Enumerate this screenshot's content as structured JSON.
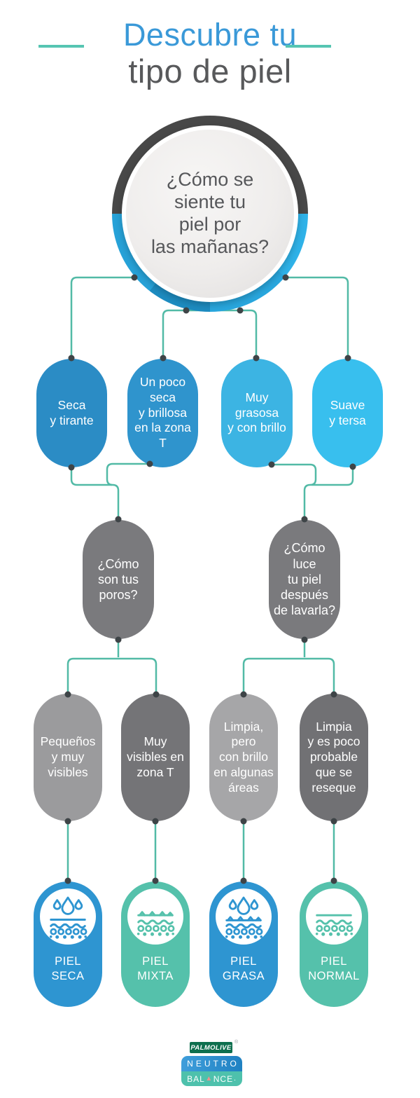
{
  "title": {
    "line1": "Descubre tu",
    "line2": "tipo de piel"
  },
  "root_question": "¿Cómo se\nsiente tu\npiel por\nlas mañanas?",
  "level1": [
    {
      "label": "Seca\ny tirante"
    },
    {
      "label": "Un poco\nseca\ny brillosa\nen la zona T"
    },
    {
      "label": "Muy\ngrasosa\ny con brillo"
    },
    {
      "label": "Suave\ny tersa"
    }
  ],
  "level2": [
    {
      "label": "¿Cómo\nson tus\nporos?"
    },
    {
      "label": "¿Cómo luce\ntu piel\ndespués\nde lavarla?"
    }
  ],
  "level3": [
    {
      "label": "Pequeños\ny muy\nvisibles"
    },
    {
      "label": "Muy\nvisibles en\nzona T"
    },
    {
      "label": "Limpia, pero\ncon brillo\nen algunas\náreas"
    },
    {
      "label": "Limpia\ny es poco\nprobable\nque se\nreseque"
    }
  ],
  "results": [
    {
      "label": "PIEL\nSECA",
      "icon": "dry-skin-droplets"
    },
    {
      "label": "PIEL\nMIXTA",
      "icon": "combination-skin"
    },
    {
      "label": "PIEL\nGRASA",
      "icon": "oily-skin-droplets"
    },
    {
      "label": "PIEL\nNORMAL",
      "icon": "normal-skin"
    }
  ],
  "footer": {
    "brand": "PALMOLIVE",
    "brand_reg": "®",
    "product_line1": "NEUTRO",
    "product_line2_pre": "BAL",
    "product_line2_tri": "▲",
    "product_line2_post": "NCE",
    "product_line2_suffix": "."
  },
  "colors": {
    "title_accent": "#3a99d8",
    "title_dark": "#58595b",
    "divider": "#56c5b2",
    "connector": "#52baa6",
    "node_dot": "#3e4447",
    "ring_top": "#484848",
    "ring_bottom": "#29a7de",
    "level1": [
      "#2b8cc5",
      "#2f94cd",
      "#3cb4e3",
      "#38bfee"
    ],
    "level2": [
      "#7a7a7d",
      "#7a7a7d"
    ],
    "level3": [
      "#9b9b9d",
      "#747477",
      "#a6a6a8",
      "#717174"
    ],
    "results": [
      "#2e95d1",
      "#55c1ab",
      "#2e95d1",
      "#55c1ab"
    ],
    "palmolive_bg": "#0e6f4e",
    "neutro_blue_left": "#3f9edb",
    "neutro_blue_right": "#1f81c2",
    "balance_teal": "#4ec1ac",
    "balance_triangle": "#f0908e"
  }
}
